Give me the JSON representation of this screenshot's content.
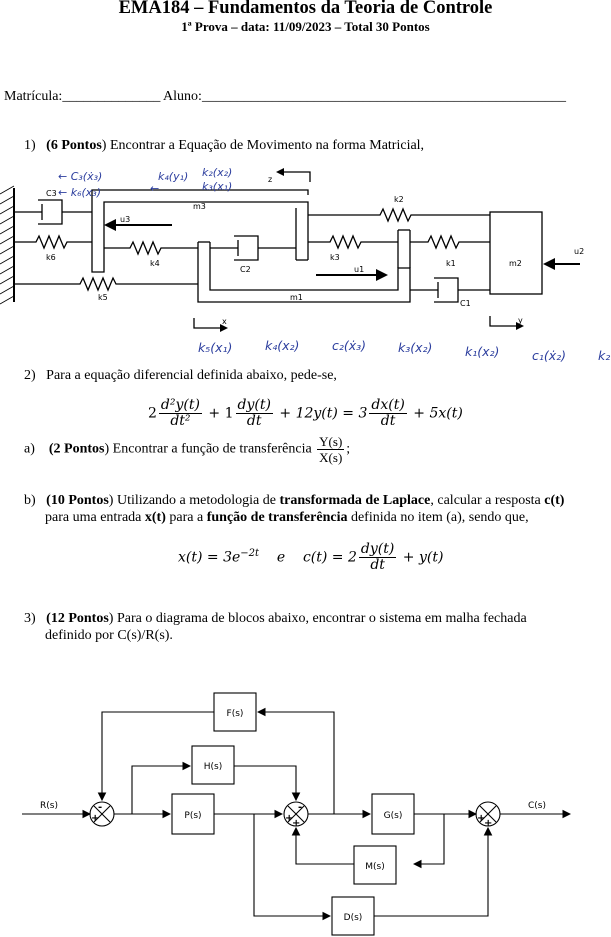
{
  "header": {
    "title": "EMA184 – Fundamentos da Teoria de Controle",
    "subtitle": "1ª Prova – data: 11/09/2023 – Total 30 Pontos"
  },
  "student": {
    "matricula_label": "Matrícula:",
    "matricula_blank": "______________",
    "aluno_label": "Aluno:",
    "aluno_blank": "____________________________________________________"
  },
  "q1": {
    "num": "1)",
    "points": "(6 Pontos",
    "text": ") Encontrar a Equação de Movimento na forma Matricial,",
    "figure": {
      "labels": [
        "C3",
        "u3",
        "m3",
        "k6",
        "k4",
        "C2",
        "k3",
        "u1",
        "k2",
        "k1",
        "m2",
        "u2",
        "k5",
        "m1",
        "C1",
        "z",
        "x",
        "y"
      ],
      "handwriting_top": [
        "← C₃(ẋ₃)",
        "← k₆(x₃)",
        "k₄(y₁)",
        "←",
        "k₂(x₂)",
        "k₃(x₁)"
      ],
      "handwriting_bottom": [
        "k₅(x₁)",
        "k₄(x₂)",
        "c₂(ẋ₃)",
        "k₃(x₂)",
        "k₁(x₂)",
        "c₁(ẋ₂)",
        "k₂"
      ]
    }
  },
  "q2": {
    "num": "2)",
    "text": "Para a equação diferencial definida abaixo, pede-se,",
    "equation": {
      "c2": "2",
      "d2y": "d²y(t)",
      "dt2": "dt²",
      "plus1": "+ 1",
      "dy": "dy(t)",
      "dt": "dt",
      "rest": "+ 12y(t) = 3",
      "dx": "dx(t)",
      "dt_b": "dt",
      "tail": "+ 5x(t)"
    },
    "a": {
      "label": "a)",
      "points": "(2 Pontos",
      "text": ") Encontrar a função de transferência",
      "num": "Y(s)",
      "den": "X(s)",
      "end": ";"
    },
    "b": {
      "label": "b)",
      "points": "(10 Pontos",
      "t1": ") Utilizando a metodologia de ",
      "bold1": "transformada de Laplace",
      "t2": ", calcular a resposta ",
      "bold2": "c(t)",
      "line2_a": "para uma entrada ",
      "bold3": "x(t)",
      "line2_b": " para a ",
      "bold4": "função de transferência",
      "line2_c": " definida no item (a), sendo que,"
    },
    "equation2": {
      "x": "x(t) = 3e",
      "exp": "−2t",
      "e": "e",
      "c": "c(t) = 2",
      "dy": "dy(t)",
      "dt": "dt",
      "tail": "+ y(t)"
    }
  },
  "q3": {
    "num": "3)",
    "points": "(12 Pontos",
    "text": ") Para o diagrama de blocos abaixo, encontrar o sistema em malha fechada",
    "line2": "definido por C(s)/R(s).",
    "diagram": {
      "input": "R(s)",
      "output": "C(s)",
      "blocks": [
        "F(s)",
        "H(s)",
        "P(s)",
        "G(s)",
        "M(s)",
        "D(s)"
      ],
      "signs": {
        "s1_top": "-",
        "s1_left": "+",
        "s2_top": "-",
        "s2_left": "+",
        "s2_bottom": "+",
        "s3_left": "+",
        "s3_bottom": "+"
      }
    }
  }
}
